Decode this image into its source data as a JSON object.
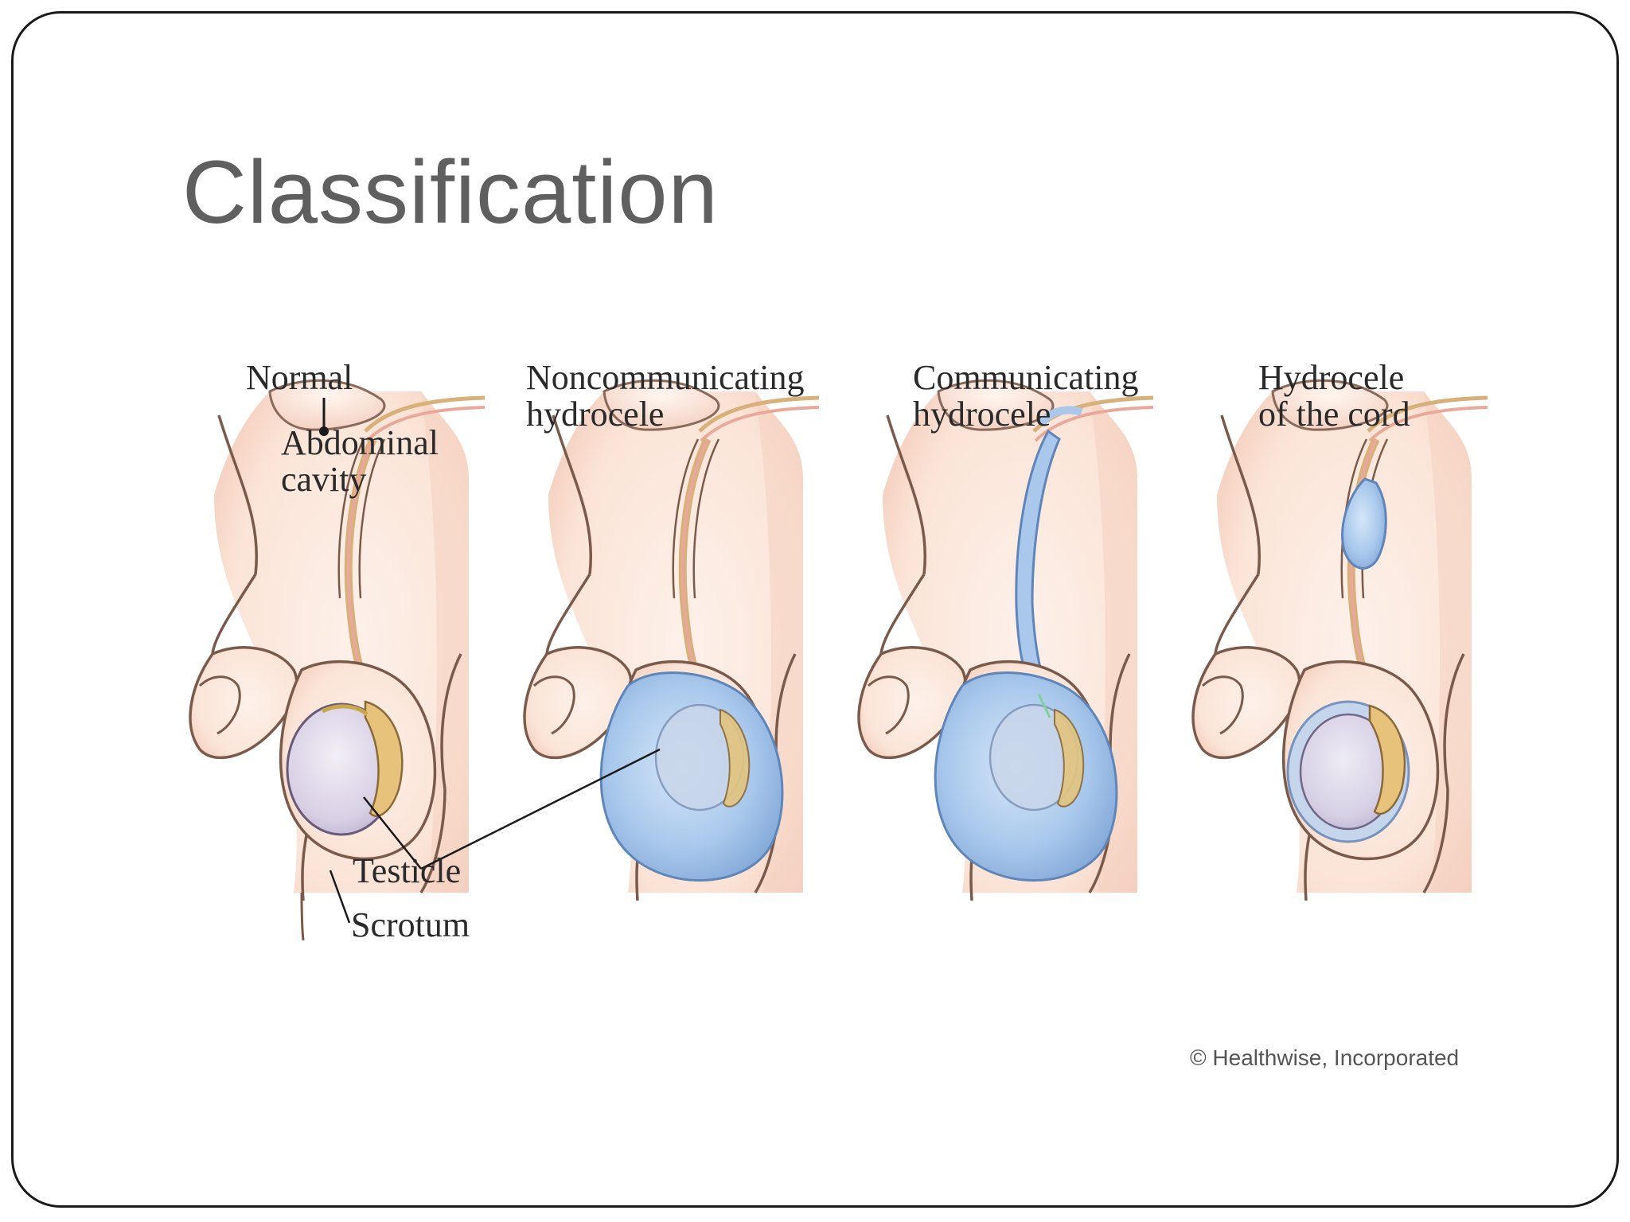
{
  "slide": {
    "title": "Classification"
  },
  "diagram": {
    "panels": [
      {
        "lines": [
          "Normal"
        ]
      },
      {
        "lines": [
          "Noncommunicating",
          "hydrocele"
        ]
      },
      {
        "lines": [
          "Communicating",
          "hydrocele"
        ]
      },
      {
        "lines": [
          "Hydrocele",
          "of the cord"
        ]
      }
    ],
    "annotations": {
      "abdominal_cavity": [
        "Abdominal",
        "cavity"
      ],
      "testicle": "Testicle",
      "scrotum": "Scrotum"
    },
    "credit": "© Healthwise, Incorporated"
  },
  "colors": {
    "title_text": "#5f5f5f",
    "skin_fill": "#fbe6da",
    "skin_shadow": "#f0c3ae",
    "outline": "#7a5a4a",
    "cord_tan": "#d8b07a",
    "cord_pink": "#e9a99a",
    "fluid_blue": "#a9c8ec",
    "fluid_blue_edge": "#5f86b8",
    "testicle_fill": "#dcd3e6",
    "frame_border": "#1a1a1a"
  }
}
